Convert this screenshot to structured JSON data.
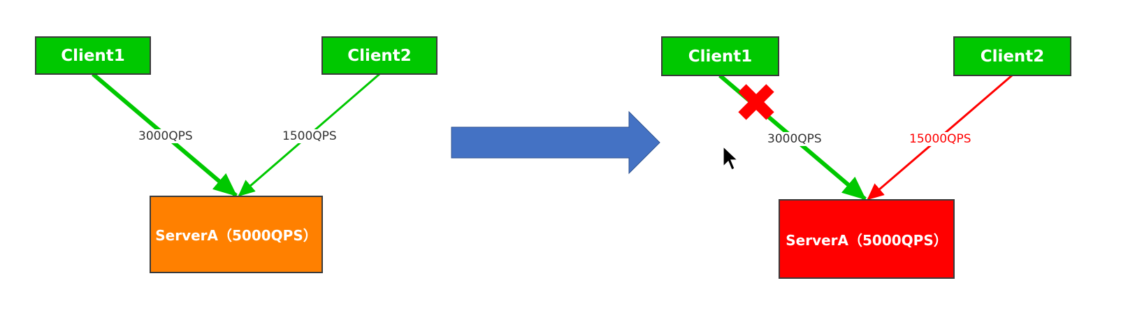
{
  "colors": {
    "client_fill": "#00c800",
    "server_normal_fill": "#ff8000",
    "server_overload_fill": "#ff0000",
    "ok_link": "#00c800",
    "overload_link": "#ff0000",
    "transition_arrow": "#4472c4",
    "failure_mark": "#ff0000",
    "box_border": "#3a3a3a"
  },
  "before": {
    "client1": {
      "label": "Client1"
    },
    "client2": {
      "label": "Client2"
    },
    "server": {
      "label": "ServerA（5000QPS）"
    },
    "link1": {
      "label": "3000QPS"
    },
    "link2": {
      "label": "1500QPS"
    }
  },
  "after": {
    "client1": {
      "label": "Client1"
    },
    "client2": {
      "label": "Client2"
    },
    "server": {
      "label": "ServerA（5000QPS）"
    },
    "link1": {
      "label": "3000QPS"
    },
    "link2": {
      "label": "15000QPS"
    }
  },
  "icons": {
    "transition": "right-arrow-icon",
    "failure": "red-x-icon",
    "cursor": "mouse-cursor-icon"
  }
}
